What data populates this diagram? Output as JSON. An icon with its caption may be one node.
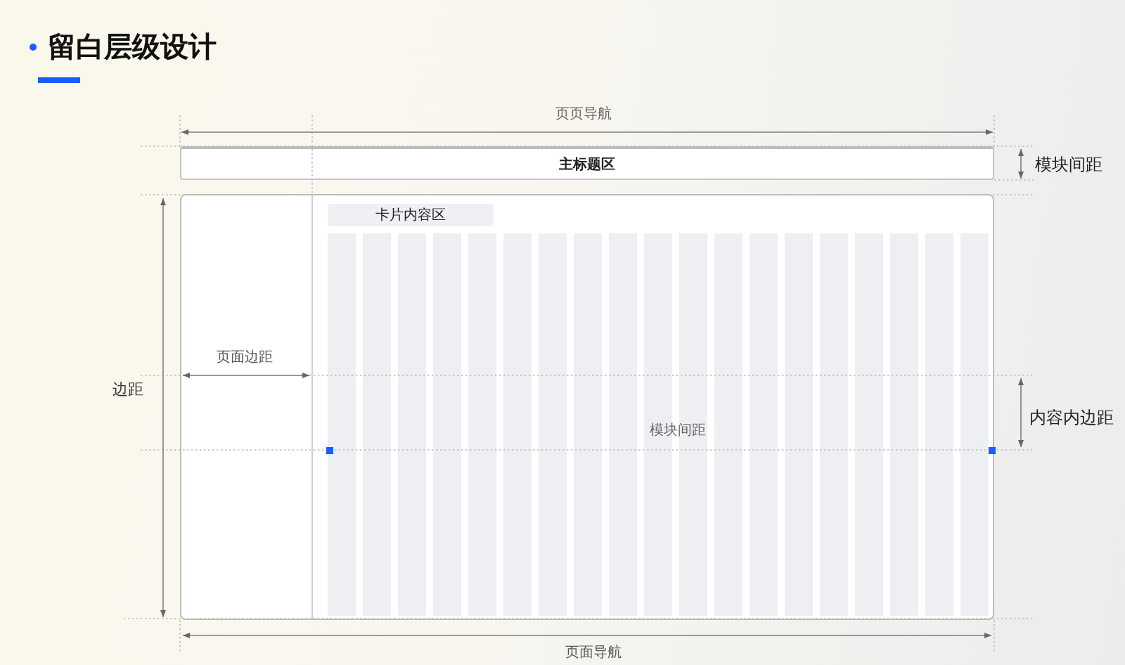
{
  "diagram": {
    "title": "留白层级设计",
    "nodes": [
      {
        "text": [
          "主标题区"
        ]
      },
      {
        "text": [],
        "shape": "box"
      },
      {
        "text": [
          "卡片内容区"
        ],
        "in": 1
      }
    ],
    "labels": [
      "页页导航",
      "模块间距",
      "页面边距",
      "边距",
      "内容内边距",
      "模块间距",
      "页面导航"
    ]
  }
}
